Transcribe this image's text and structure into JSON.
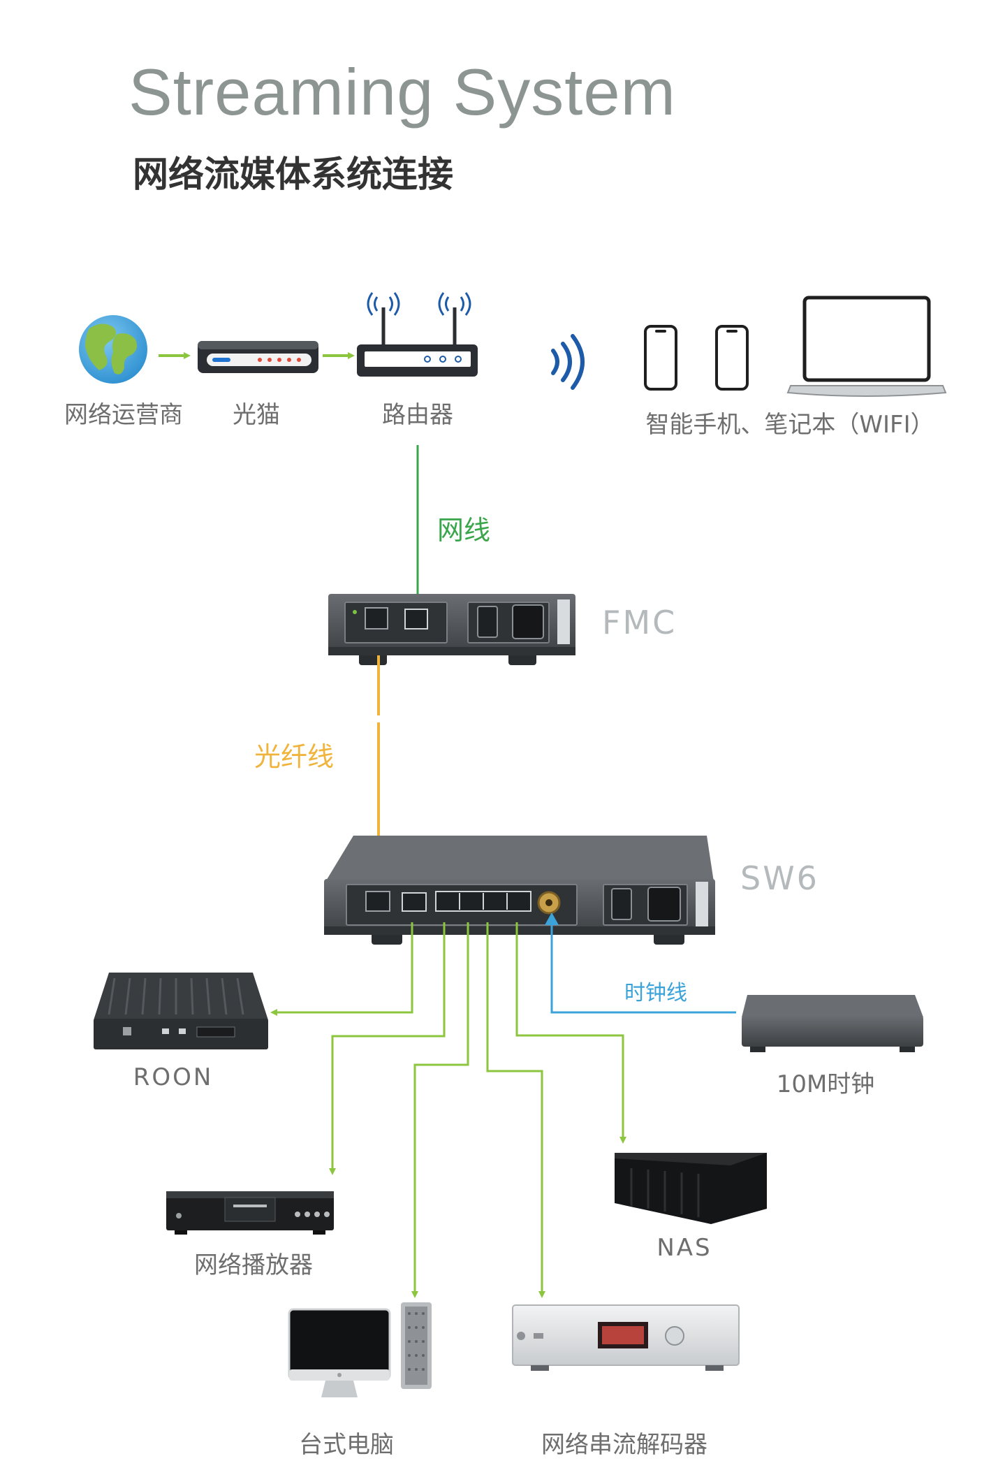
{
  "title": "Streaming System",
  "subtitle": "网络流媒体系统连接",
  "colors": {
    "green": "#8cc63f",
    "wire_green": "#3aa64b",
    "orange": "#f0b43c",
    "blue": "#3ba3d9",
    "device_dark": "#3e4245",
    "label_gray": "#6e6e6e"
  },
  "top_row": {
    "isp": "网络运营商",
    "modem": "光猫",
    "router": "路由器",
    "wifi_devices": "智能手机、笔记本（WIFI）"
  },
  "cables": {
    "ethernet": "网线",
    "fiber": "光纤线",
    "clock": "时钟线"
  },
  "devices": {
    "fmc": "FMC",
    "sw6": "SW6",
    "roon": "ROON",
    "clock_10m": "10M时钟",
    "network_player": "网络播放器",
    "nas": "NAS",
    "desktop": "台式电脑",
    "streamer_dac": "网络串流解码器"
  },
  "icons": {
    "isp": "globe-icon",
    "wifi": "wifi-signal-icon",
    "phone": "smartphone-icon",
    "laptop": "laptop-icon"
  }
}
